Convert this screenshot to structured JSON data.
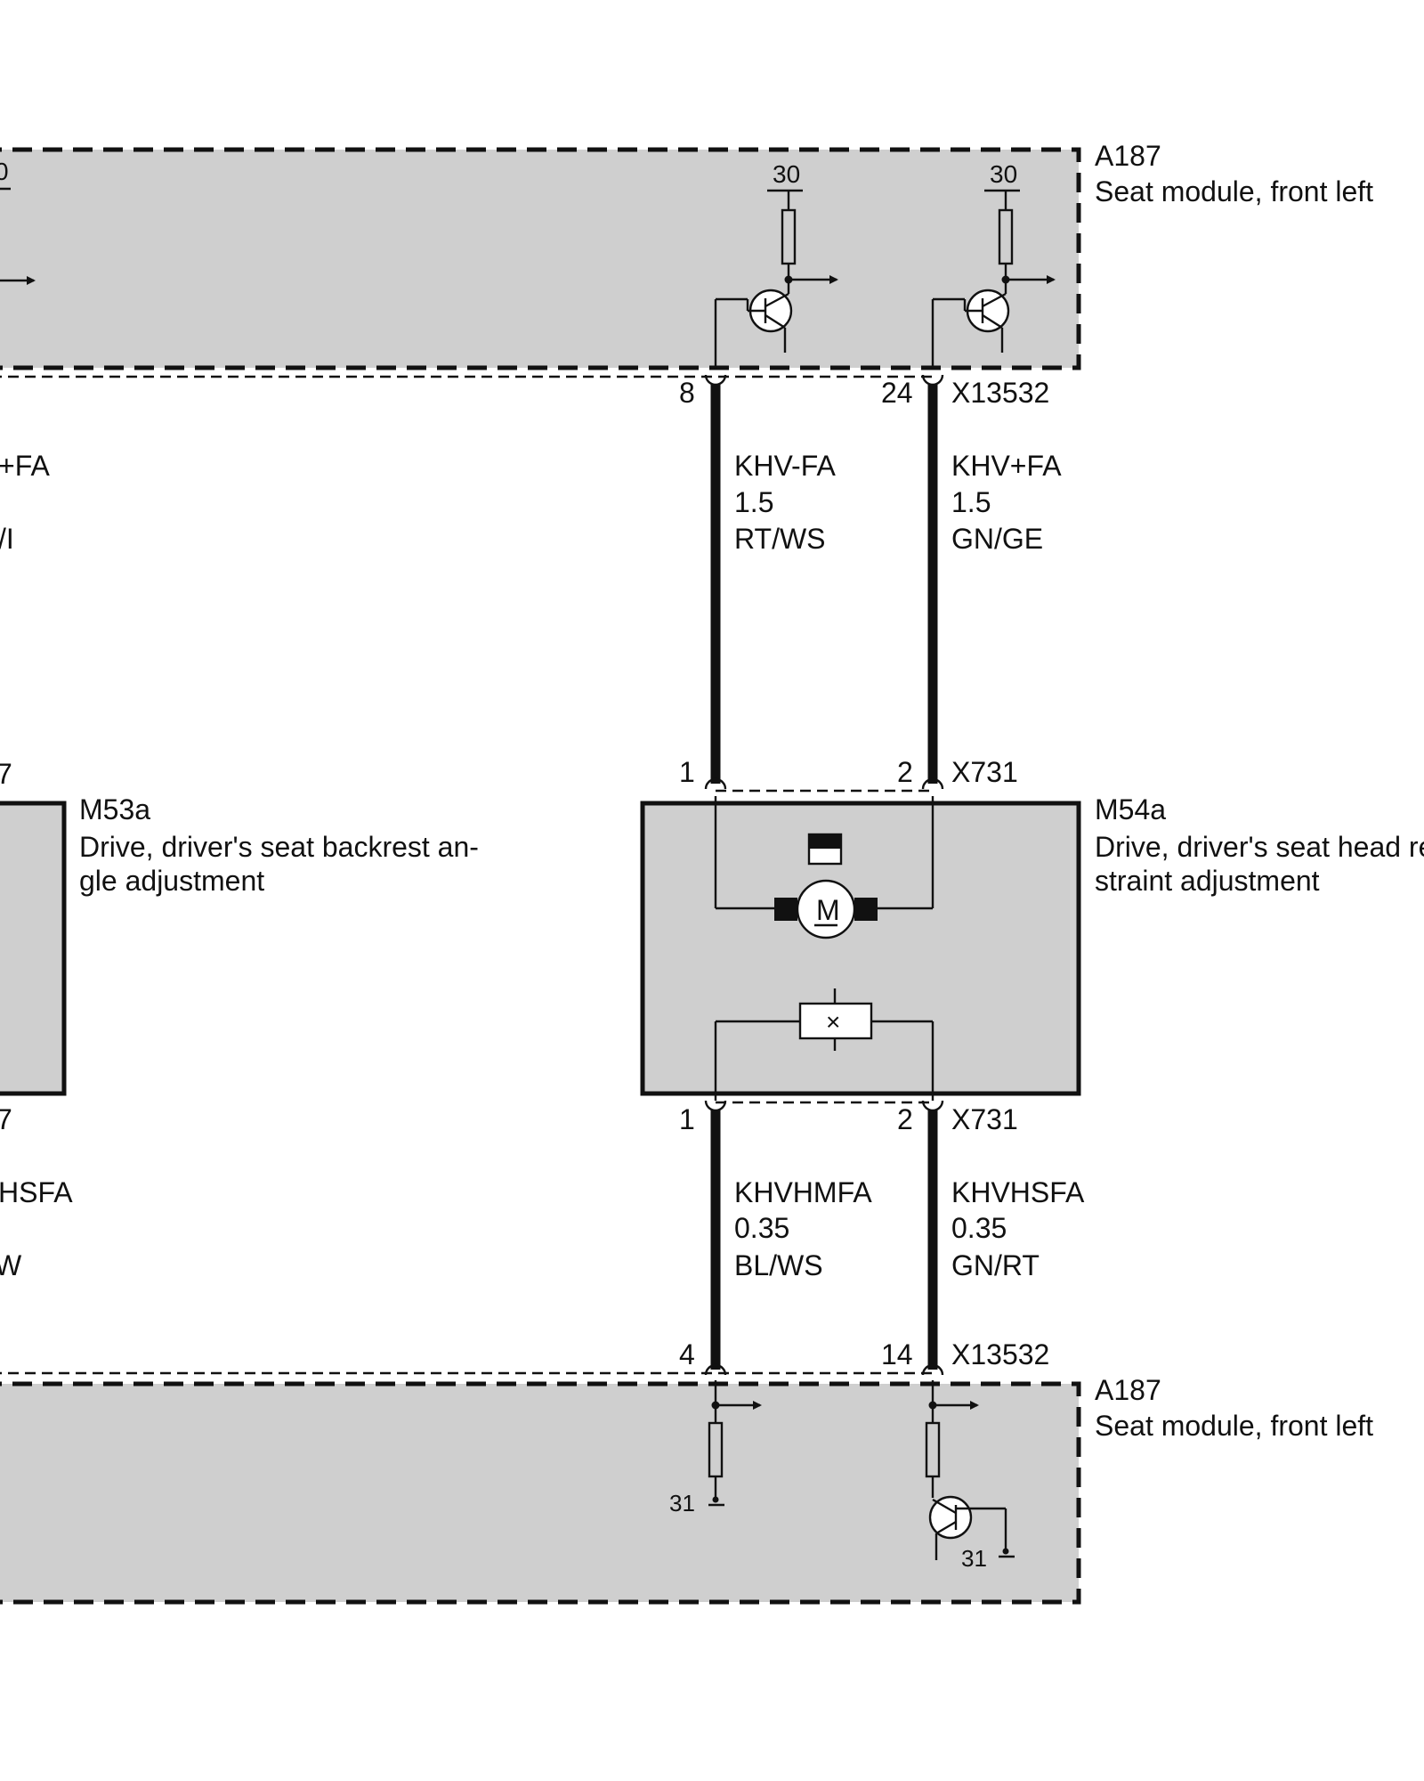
{
  "module_top": {
    "id": "A187",
    "name": "Seat module, front left",
    "supply_a": "30",
    "supply_b": "30",
    "left_edge_fragment": "0",
    "connector": "X13532",
    "pin_a": "8",
    "pin_b": "24"
  },
  "wires_top": {
    "left_fragment": {
      "signal": "+FA",
      "color": "/I"
    },
    "a": {
      "signal": "KHV-FA",
      "gauge": "1.5",
      "color": "RT/WS"
    },
    "b": {
      "signal": "KHV+FA",
      "gauge": "1.5",
      "color": "GN/GE"
    }
  },
  "left_component": {
    "id": "M53a",
    "name_line1": "Drive, driver's seat backrest an-",
    "name_line2": "gle adjustment",
    "top_fragment": "7",
    "bottom_fragment": "7"
  },
  "motor": {
    "id": "M54a",
    "name_line1": "Drive, driver's seat head re",
    "name_line2": "straint adjustment",
    "motor_letter": "M",
    "connector_top": "X731",
    "connector_bottom": "X731",
    "pin_top_a": "1",
    "pin_top_b": "2",
    "pin_bottom_a": "1",
    "pin_bottom_b": "2"
  },
  "wires_bottom": {
    "left_fragment": {
      "signal": "HSFA",
      "color": "W"
    },
    "a": {
      "signal": "KHVHMFA",
      "gauge": "0.35",
      "color": "BL/WS"
    },
    "b": {
      "signal": "KHVHSFA",
      "gauge": "0.35",
      "color": "GN/RT"
    }
  },
  "module_bottom": {
    "id": "A187",
    "name": "Seat module, front left",
    "connector": "X13532",
    "pin_a": "4",
    "pin_b": "14",
    "ground_a": "31",
    "ground_b": "31"
  }
}
